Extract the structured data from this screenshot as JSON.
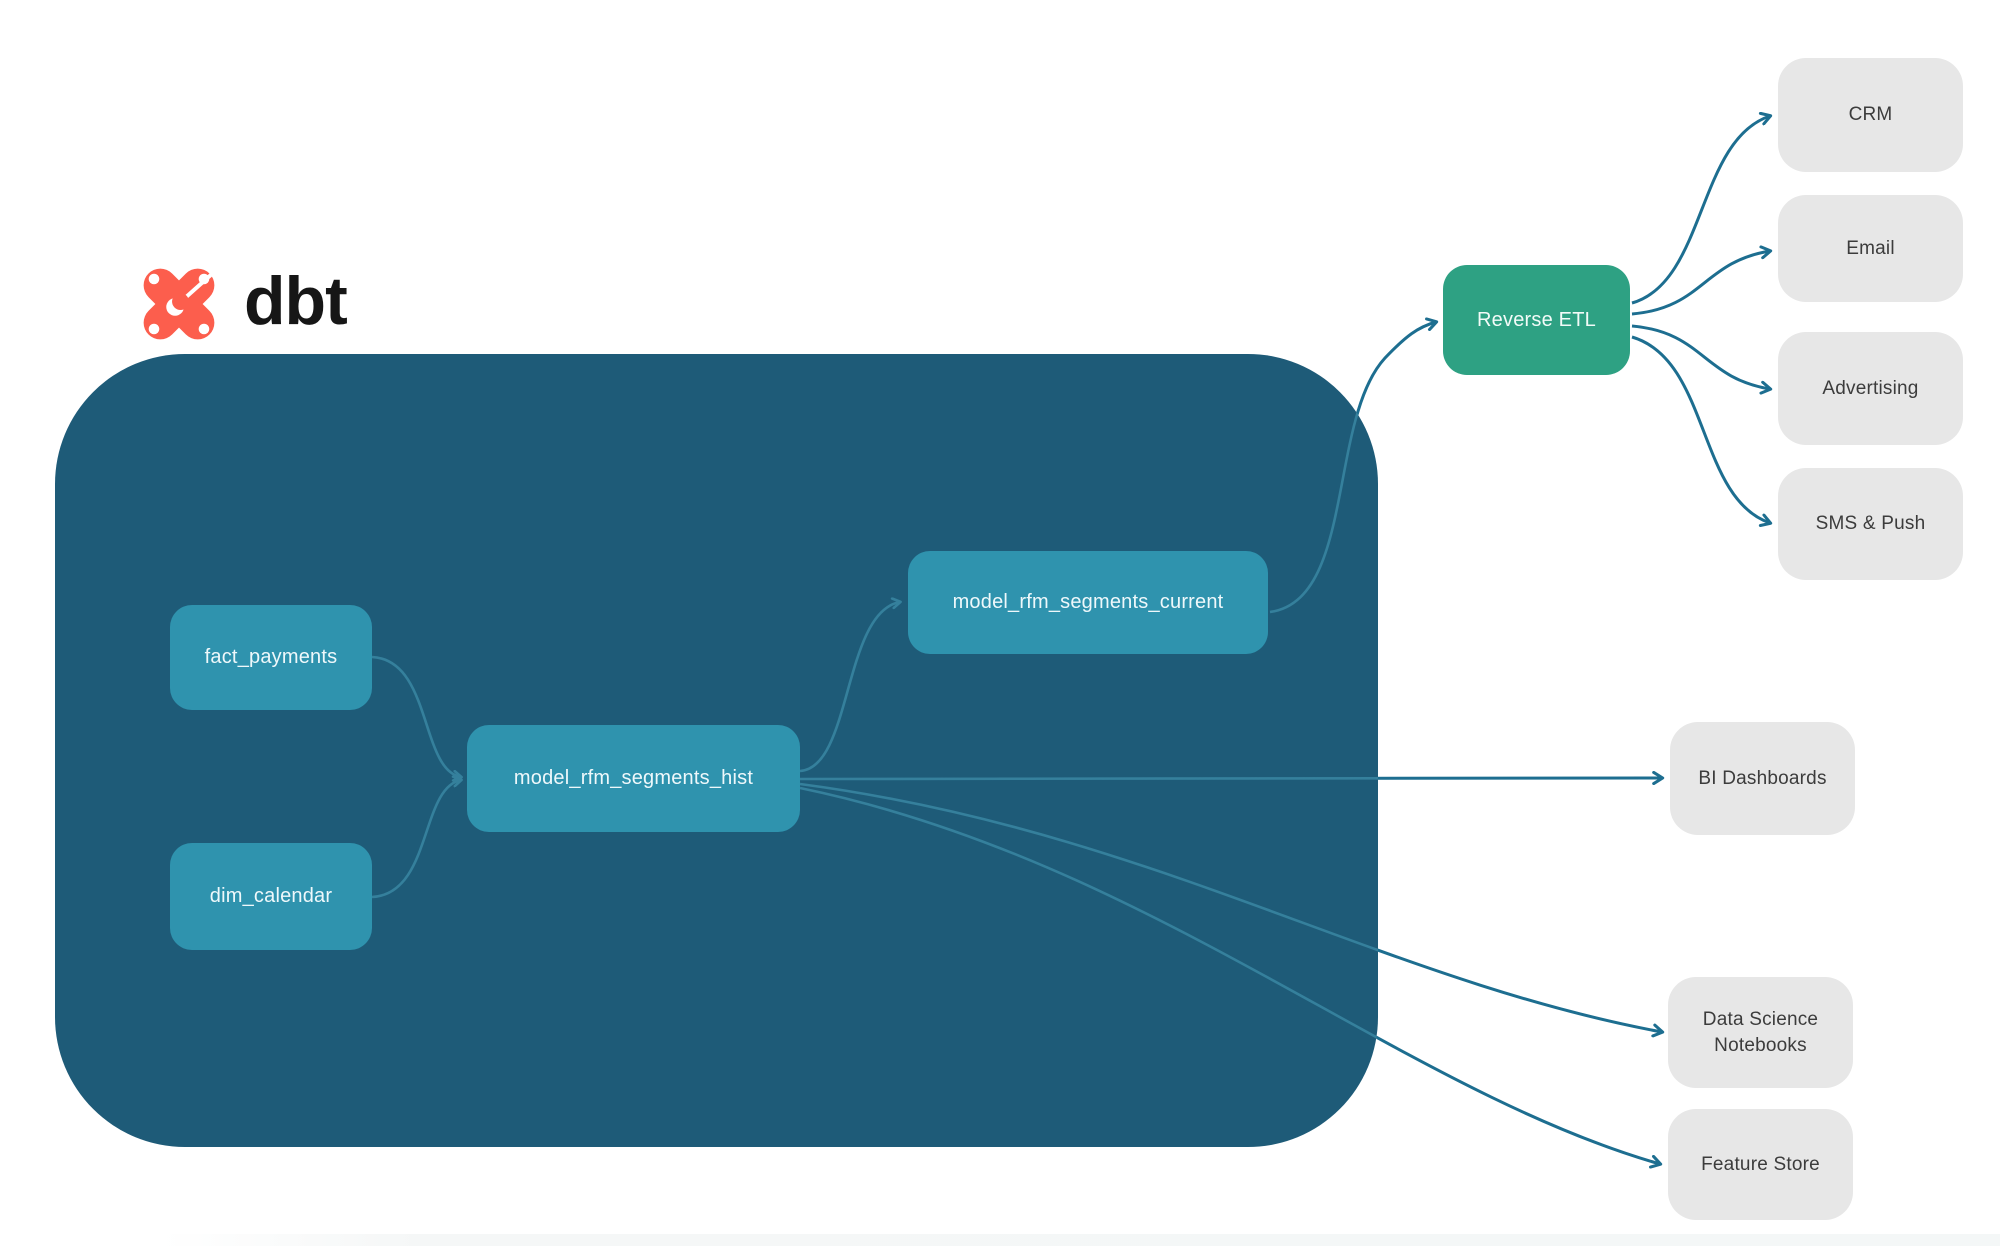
{
  "brand": {
    "name": "dbt"
  },
  "nodes": {
    "fact_payments": {
      "label": "fact_payments",
      "type": "model"
    },
    "dim_calendar": {
      "label": "dim_calendar",
      "type": "model"
    },
    "model_rfm_segments_hist": {
      "label": "model_rfm_segments_hist",
      "type": "model"
    },
    "model_rfm_segments_current": {
      "label": "model_rfm_segments_current",
      "type": "model"
    },
    "reverse_etl": {
      "label": "Reverse ETL",
      "type": "process"
    },
    "crm": {
      "label": "CRM",
      "type": "destination"
    },
    "email": {
      "label": "Email",
      "type": "destination"
    },
    "advertising": {
      "label": "Advertising",
      "type": "destination"
    },
    "sms_push": {
      "label": "SMS & Push",
      "type": "destination"
    },
    "bi_dashboards": {
      "label": "BI Dashboards",
      "type": "destination"
    },
    "data_science_notebooks": {
      "label": "Data Science Notebooks",
      "type": "destination"
    },
    "feature_store": {
      "label": "Feature Store",
      "type": "destination"
    }
  },
  "edges": [
    {
      "from": "fact_payments",
      "to": "model_rfm_segments_hist"
    },
    {
      "from": "dim_calendar",
      "to": "model_rfm_segments_hist"
    },
    {
      "from": "model_rfm_segments_hist",
      "to": "model_rfm_segments_current"
    },
    {
      "from": "model_rfm_segments_current",
      "to": "reverse_etl"
    },
    {
      "from": "reverse_etl",
      "to": "crm"
    },
    {
      "from": "reverse_etl",
      "to": "email"
    },
    {
      "from": "reverse_etl",
      "to": "advertising"
    },
    {
      "from": "reverse_etl",
      "to": "sms_push"
    },
    {
      "from": "model_rfm_segments_hist",
      "to": "bi_dashboards"
    },
    {
      "from": "model_rfm_segments_hist",
      "to": "data_science_notebooks"
    },
    {
      "from": "model_rfm_segments_hist",
      "to": "feature_store"
    }
  ],
  "colors": {
    "container_bg": "#1e5b78",
    "node_bg": "#2f93ae",
    "accent_green": "#2ea183",
    "dest_bg": "#e7e7e7",
    "edge_dark": "#1d6e90",
    "edge_light": "#35809c",
    "logo_orange": "#fc5e4d"
  }
}
